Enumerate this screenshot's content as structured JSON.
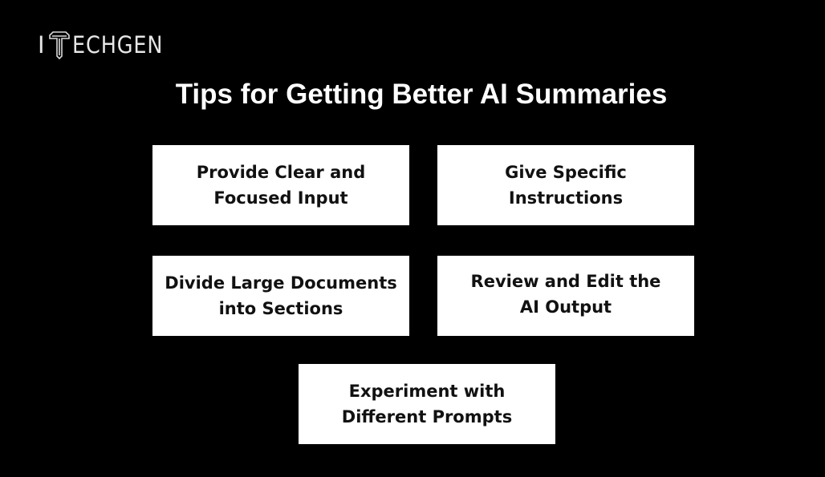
{
  "logo": {
    "text_i": "I",
    "text_rest": "ECHGEN",
    "icon": "t-emblem-icon"
  },
  "title": "Tips for Getting Better AI Summaries",
  "tips": [
    {
      "line1": "Provide Clear and",
      "line2": "Focused Input"
    },
    {
      "line1": "Give Specific",
      "line2": "Instructions"
    },
    {
      "line1": "Divide Large Documents",
      "line2": "into Sections"
    },
    {
      "line1": "Review and Edit the",
      "line2": "AI Output"
    },
    {
      "line1": "Experiment with",
      "line2": "Different Prompts"
    }
  ],
  "colors": {
    "background": "#000000",
    "box": "#ffffff",
    "box_text": "#111111",
    "title": "#ffffff"
  }
}
